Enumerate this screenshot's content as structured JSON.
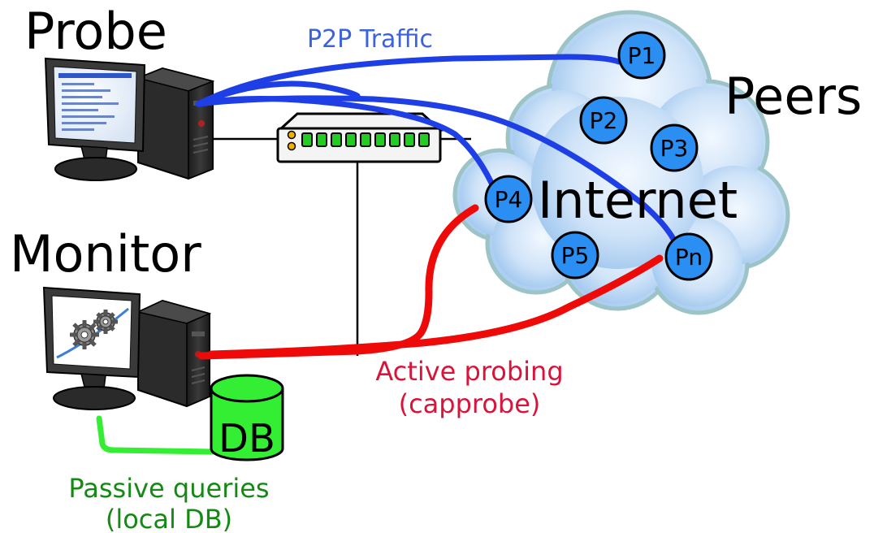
{
  "labels": {
    "probe": "Probe",
    "monitor": "Monitor",
    "peers": "Peers",
    "internet": "Internet",
    "p2p_traffic": "P2P Traffic",
    "active_probing_line1": "Active probing",
    "active_probing_line2": "(capprobe)",
    "passive_queries_line1": "Passive queries",
    "passive_queries_line2": "(local DB)",
    "db": "DB"
  },
  "peers": [
    "P1",
    "P2",
    "P3",
    "P4",
    "P5",
    "Pn"
  ],
  "colors": {
    "p2p_traffic": "#1f3fe6",
    "active_probing": "#ef0a0a",
    "active_probing_text": "#d8143a",
    "passive_queries": "#33ee33",
    "passive_queries_text": "#148a14",
    "p2p_text": "#3a63dc",
    "cloud_fill": "#bcd9f5",
    "cloud_stroke": "#9cc3c6",
    "peer_fill": "#2a8ef2",
    "switch_led": "#22cc22",
    "db_fill": "#33ee33"
  },
  "icons": [
    "desktop-computer-icon",
    "network-switch-icon",
    "database-icon",
    "cloud-icon",
    "gears-icon"
  ]
}
